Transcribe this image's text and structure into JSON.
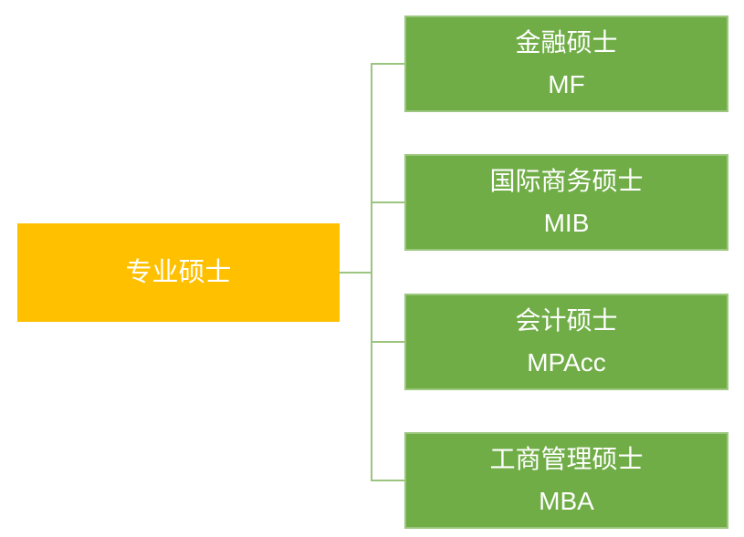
{
  "diagram": {
    "root": {
      "label": "专业硕士",
      "fill": "#FFC000"
    },
    "children": [
      {
        "title": "金融硕士",
        "code": "MF"
      },
      {
        "title": "国际商务硕士",
        "code": "MIB"
      },
      {
        "title": "会计硕士",
        "code": "MPAcc"
      },
      {
        "title": "工商管理硕士",
        "code": "MBA"
      }
    ],
    "colors": {
      "child_fill": "#70AD47",
      "child_border": "#9CC77E",
      "connector": "#9BC47F",
      "text": "#FFFFFF"
    }
  }
}
